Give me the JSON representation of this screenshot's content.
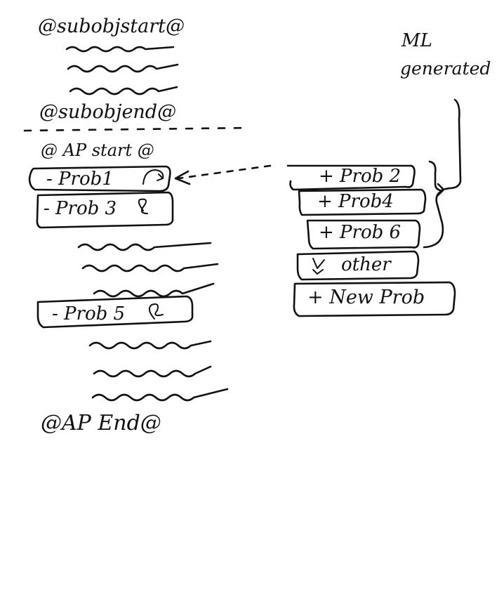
{
  "markers": {
    "subobj_start": "@subobjstart@",
    "subobj_end": "@subobjend@",
    "ap_start": "@ AP start @",
    "ap_end": "@AP End@"
  },
  "left_items": [
    "- Prob1",
    "- Prob 3",
    "- Prob 5"
  ],
  "right_items": [
    "+ Prob 2",
    "+ Prob4",
    "+ Prob 6",
    "other",
    "+ New Prob"
  ],
  "annotation": {
    "line1": "ML",
    "line2": "generated"
  }
}
